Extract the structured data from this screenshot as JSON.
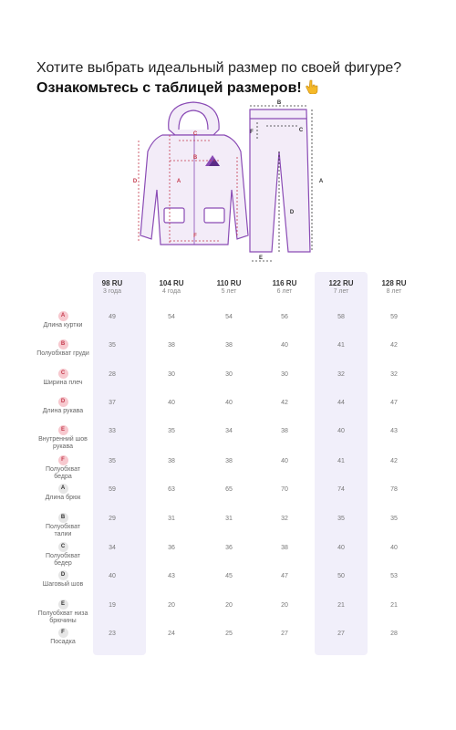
{
  "heading": {
    "line1": "Хотите выбрать идеальный размер по своей фигуре?",
    "line2": "Ознакомьтесь с таблицей размеров!"
  },
  "diagram": {
    "jacket_letters": [
      "C",
      "B",
      "D",
      "A",
      "E",
      "F"
    ],
    "pants_letters": [
      "B",
      "F",
      "C",
      "A",
      "D",
      "E"
    ]
  },
  "table": {
    "columns": [
      {
        "size": "98 RU",
        "age": "3 года"
      },
      {
        "size": "104 RU",
        "age": "4 года"
      },
      {
        "size": "110 RU",
        "age": "5 лет"
      },
      {
        "size": "116 RU",
        "age": "6 лет"
      },
      {
        "size": "122 RU",
        "age": "7 лет"
      },
      {
        "size": "128 RU",
        "age": "8 лет"
      }
    ],
    "rows": [
      {
        "letter": "A",
        "label": "Длина куртки",
        "values": [
          "49",
          "54",
          "54",
          "56",
          "58",
          "59"
        ]
      },
      {
        "letter": "B",
        "label": "Полуобхват груди",
        "values": [
          "35",
          "38",
          "38",
          "40",
          "41",
          "42"
        ]
      },
      {
        "letter": "C",
        "label": "Ширина плеч",
        "values": [
          "28",
          "30",
          "30",
          "30",
          "32",
          "32"
        ]
      },
      {
        "letter": "D",
        "label": "Длина рукава",
        "values": [
          "37",
          "40",
          "40",
          "42",
          "44",
          "47"
        ]
      },
      {
        "letter": "E",
        "label": "Внутренний шов рукава",
        "values": [
          "33",
          "35",
          "34",
          "38",
          "40",
          "43"
        ]
      },
      {
        "letter": "F",
        "label": "Полуобхват бедра",
        "values": [
          "35",
          "38",
          "38",
          "40",
          "41",
          "42"
        ]
      },
      {
        "letter": "A",
        "label": "Длина брюк",
        "values": [
          "59",
          "63",
          "65",
          "70",
          "74",
          "78"
        ]
      },
      {
        "letter": "B",
        "label": "Полуобхват талии",
        "values": [
          "29",
          "31",
          "31",
          "32",
          "35",
          "35"
        ]
      },
      {
        "letter": "C",
        "label": "Полуобхват бедер",
        "values": [
          "34",
          "36",
          "36",
          "38",
          "40",
          "40"
        ]
      },
      {
        "letter": "D",
        "label": "Шаговый шов",
        "values": [
          "40",
          "43",
          "45",
          "47",
          "50",
          "53"
        ]
      },
      {
        "letter": "E",
        "label": "Полуобхват низа брючины",
        "values": [
          "19",
          "20",
          "20",
          "20",
          "21",
          "21"
        ]
      },
      {
        "letter": "F",
        "label": "Посадка",
        "values": [
          "23",
          "24",
          "25",
          "27",
          "27",
          "28"
        ]
      }
    ]
  },
  "colors": {
    "jacket_badge": "#f7c9cf",
    "pants_badge": "#e6e6e6",
    "column_highlight": "#f1effa",
    "garment_outline": "#8a4bb5",
    "measure_line": "#c43a4d"
  },
  "icons": {
    "pointing_hand": "pointing-down-hand-icon",
    "brand_logo": "mountain-logo-icon"
  }
}
